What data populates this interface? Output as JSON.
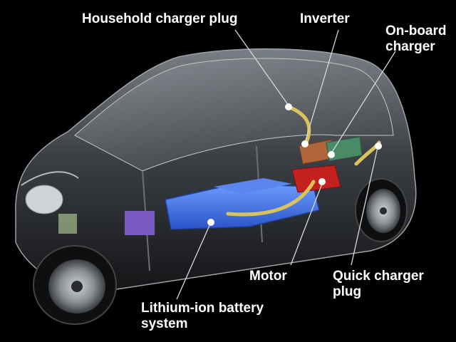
{
  "labels": {
    "household_charger_plug": "Household charger plug",
    "inverter": "Inverter",
    "onboard_charger": "On-board\ncharger",
    "motor": "Motor",
    "quick_charger_plug": "Quick charger\nplug",
    "battery_system": "Lithium-ion battery\nsystem"
  },
  "colors": {
    "background": "#000000",
    "label_text": "#ffffff",
    "leader_line": "#d8d8d8",
    "marker_dot": "#ffffff",
    "battery": "#3a6ee8",
    "motor": "#c42020",
    "inverter": "#b0663a",
    "onboard_charger": "#4a8a66",
    "cable": "#d9c35a",
    "aux_box": "#7b5bc2"
  },
  "icons": {
    "vehicle": "electric-car-cutaway"
  }
}
